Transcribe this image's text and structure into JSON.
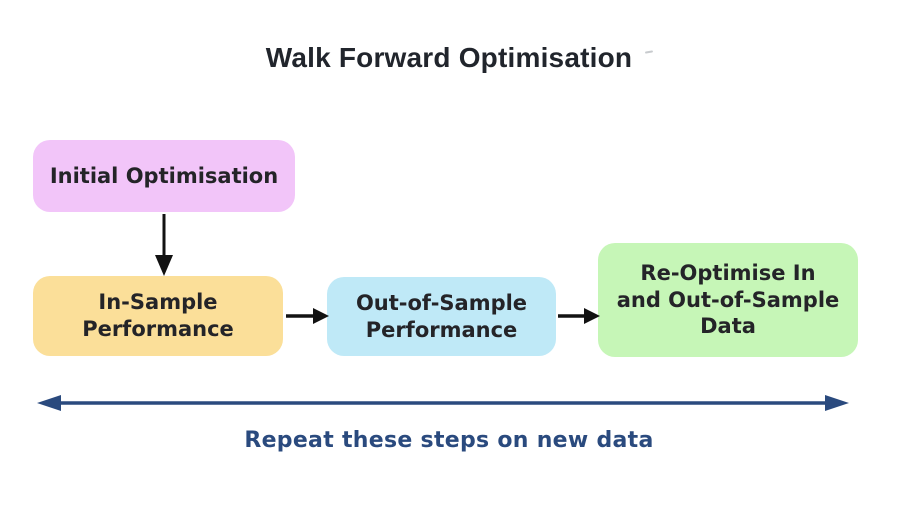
{
  "title": {
    "text": "Walk Forward Optimisation",
    "color": "#21252c"
  },
  "diagram": {
    "text_color": "#242428",
    "arrow_color": "#121212",
    "boxes": [
      {
        "id": "initial-optimisation",
        "label": "Initial Optimisation",
        "bg": "#f2c5f9"
      },
      {
        "id": "in-sample-performance",
        "label": "In-Sample\nPerformance",
        "bg": "#fbdf99"
      },
      {
        "id": "out-of-sample-performance",
        "label": "Out-of-Sample\nPerformance",
        "bg": "#bfe9f7"
      },
      {
        "id": "re-optimise",
        "label": "Re-Optimise In\nand Out-of-Sample\nData",
        "bg": "#c6f6b7"
      }
    ]
  },
  "footer": {
    "text": "Repeat these steps on new data",
    "color": "#2a4a7e",
    "arrow_color": "#2a4a7e"
  }
}
